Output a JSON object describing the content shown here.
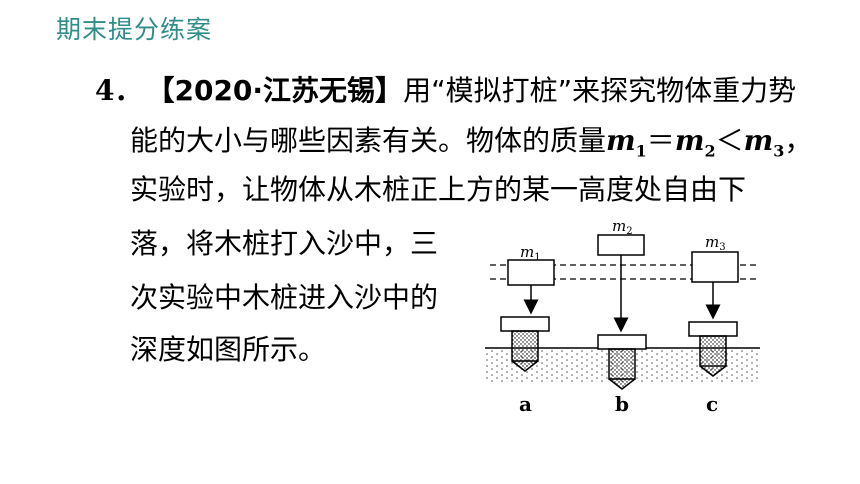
{
  "header": {
    "title": "期末提分练案"
  },
  "question": {
    "number": "4．",
    "source": "【2020·江苏无锡】",
    "line1_text": "用“模拟打桩”来探究物体重力势",
    "line2_text": "能的大小与哪些因素有关。物体的质量",
    "m": "m",
    "sub1": "1",
    "sub2": "2",
    "sub3": "3",
    "eq": "＝",
    "lt": "＜",
    "comma": "，",
    "line3": "实验时，让物体从木桩正上方的某一高度处自由下",
    "line4": "落，将木桩打入沙中，三",
    "line5": "次实验中木桩进入沙中的",
    "line6": "深度如图所示。"
  },
  "figure": {
    "mass_labels": [
      "m",
      "m",
      "m"
    ],
    "mass_subs": [
      "1",
      "2",
      "3"
    ],
    "case_labels": [
      "a",
      "b",
      "c"
    ]
  }
}
